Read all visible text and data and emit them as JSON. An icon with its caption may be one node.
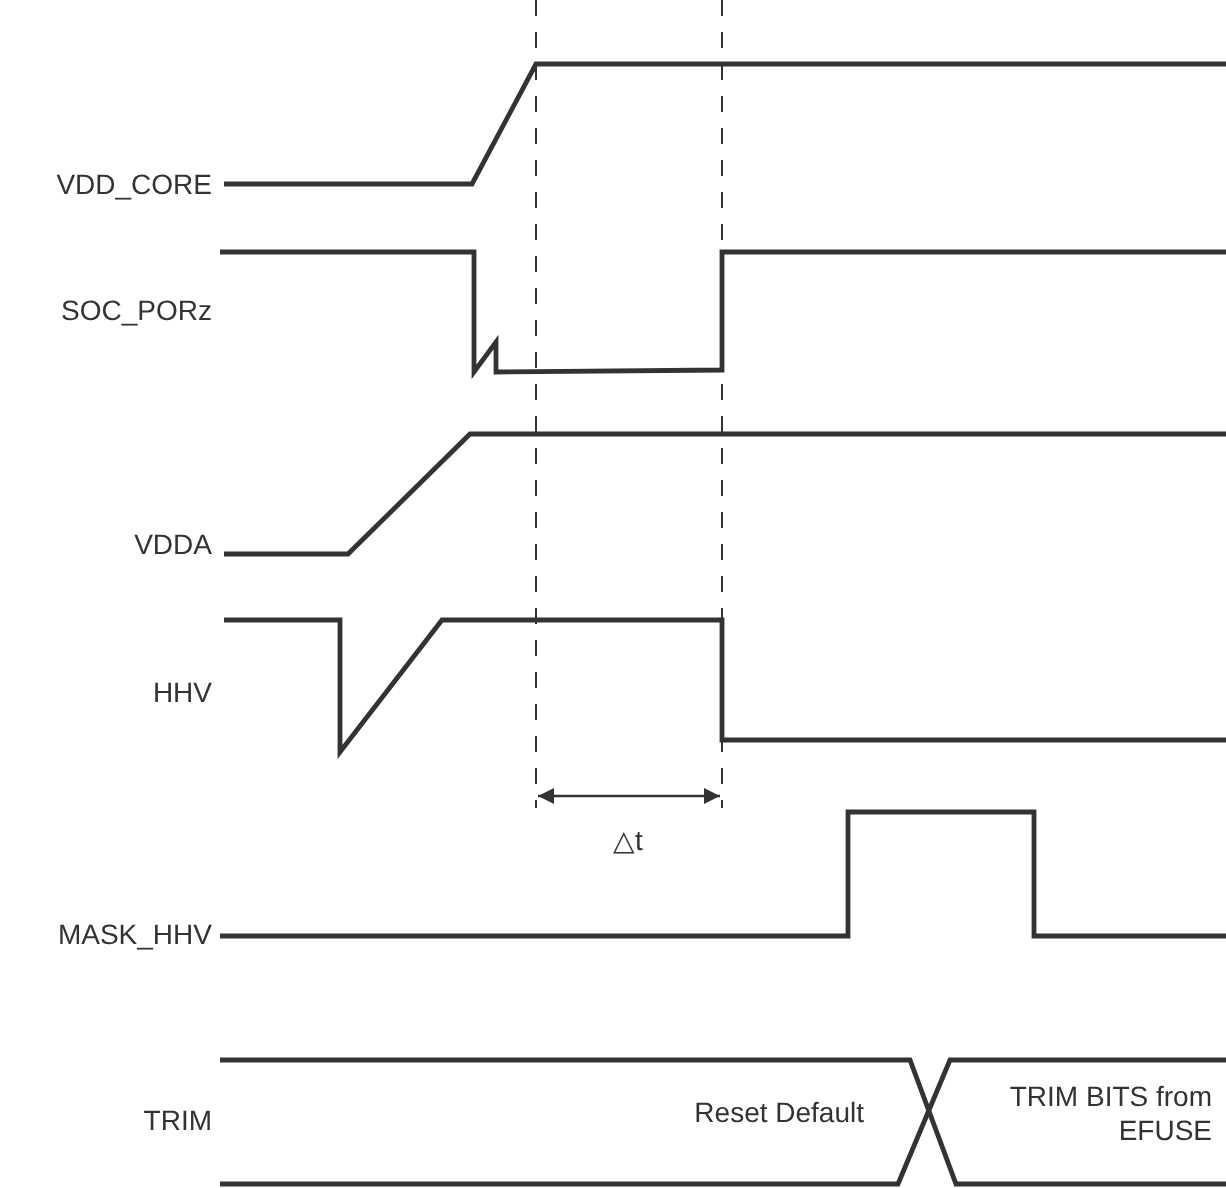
{
  "diagram": {
    "labels": [
      "VDD_CORE",
      "SOC_PORz",
      "VDDA",
      "HHV",
      "△t",
      "MASK_HHV",
      "TRIM",
      "Reset Default",
      "TRIM BITS from EFUSE"
    ]
  }
}
